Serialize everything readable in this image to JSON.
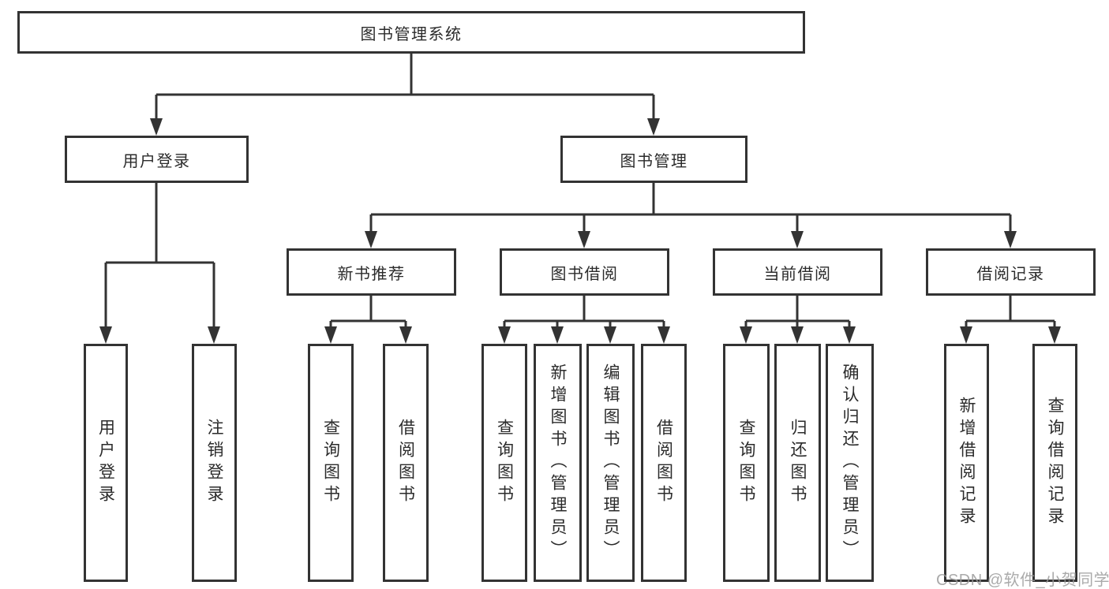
{
  "tree": {
    "label": "图书管理系统",
    "children": [
      {
        "label": "用户登录",
        "children": [
          {
            "label": "用户登录"
          },
          {
            "label": "注销登录"
          }
        ]
      },
      {
        "label": "图书管理",
        "children": [
          {
            "label": "新书推荐",
            "children": [
              {
                "label": "查询图书"
              },
              {
                "label": "借阅图书"
              }
            ]
          },
          {
            "label": "图书借阅",
            "children": [
              {
                "label": "查询图书"
              },
              {
                "label": "新增图书（管理员）"
              },
              {
                "label": "编辑图书（管理员）"
              },
              {
                "label": "借阅图书"
              }
            ]
          },
          {
            "label": "当前借阅",
            "children": [
              {
                "label": "查询图书"
              },
              {
                "label": "归还图书"
              },
              {
                "label": "确认归还（管理员）"
              }
            ]
          },
          {
            "label": "借阅记录",
            "children": [
              {
                "label": "新增借阅记录"
              },
              {
                "label": "查询借阅记录"
              }
            ]
          }
        ]
      }
    ]
  },
  "watermark": "CSDN @软件_小贺同学",
  "colors": {
    "line": "#333333",
    "box_border": "#333333",
    "background": "#ffffff",
    "text": "#2b2b2b",
    "watermark": "#9b9b9b"
  }
}
